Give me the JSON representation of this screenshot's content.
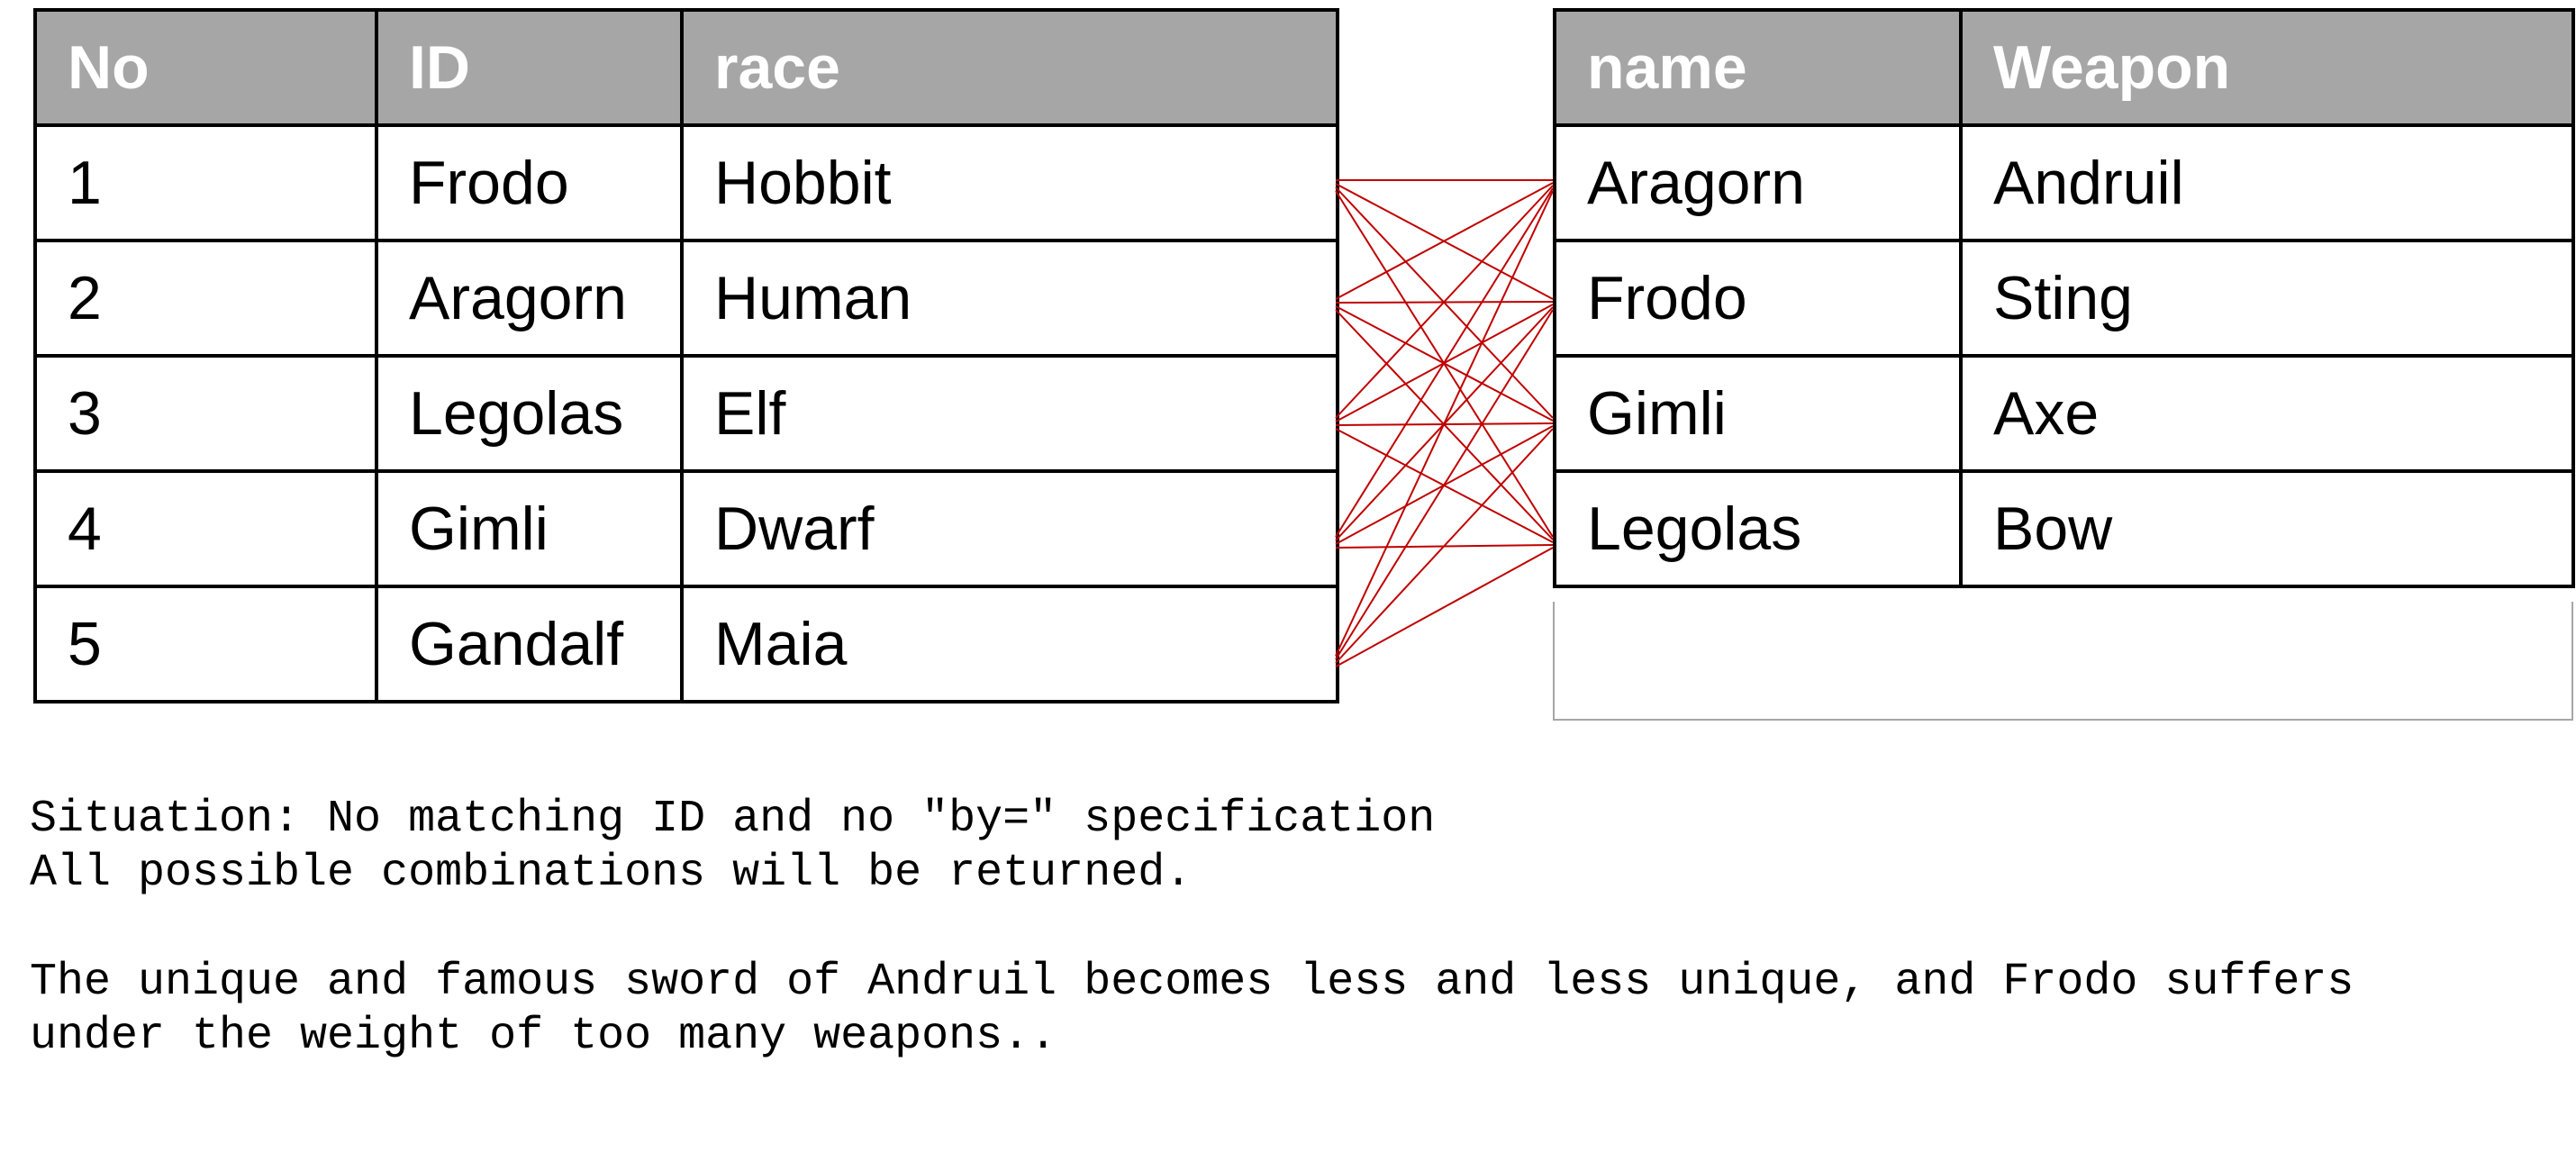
{
  "left_table": {
    "headers": [
      "No",
      "ID",
      "race"
    ],
    "rows": [
      [
        "1",
        "Frodo",
        "Hobbit"
      ],
      [
        "2",
        "Aragorn",
        "Human"
      ],
      [
        "3",
        "Legolas",
        "Elf"
      ],
      [
        "4",
        "Gimli",
        "Dwarf"
      ],
      [
        "5",
        "Gandalf",
        "Maia"
      ]
    ]
  },
  "right_table": {
    "headers": [
      "name",
      "Weapon"
    ],
    "rows": [
      [
        "Aragorn",
        "Andruil"
      ],
      [
        "Frodo",
        "Sting"
      ],
      [
        "Gimli",
        "Axe"
      ],
      [
        "Legolas",
        "Bow"
      ]
    ]
  },
  "connections": {
    "type": "cross-join",
    "color": "#c00000"
  },
  "notes": {
    "line1": "Situation: No matching ID and no \"by=\" specification",
    "line2": "All possible combinations will be returned.",
    "line3": "The unique and famous sword of Andruil becomes less and less unique, and Frodo suffers",
    "line4": "under the weight of too many weapons.."
  }
}
